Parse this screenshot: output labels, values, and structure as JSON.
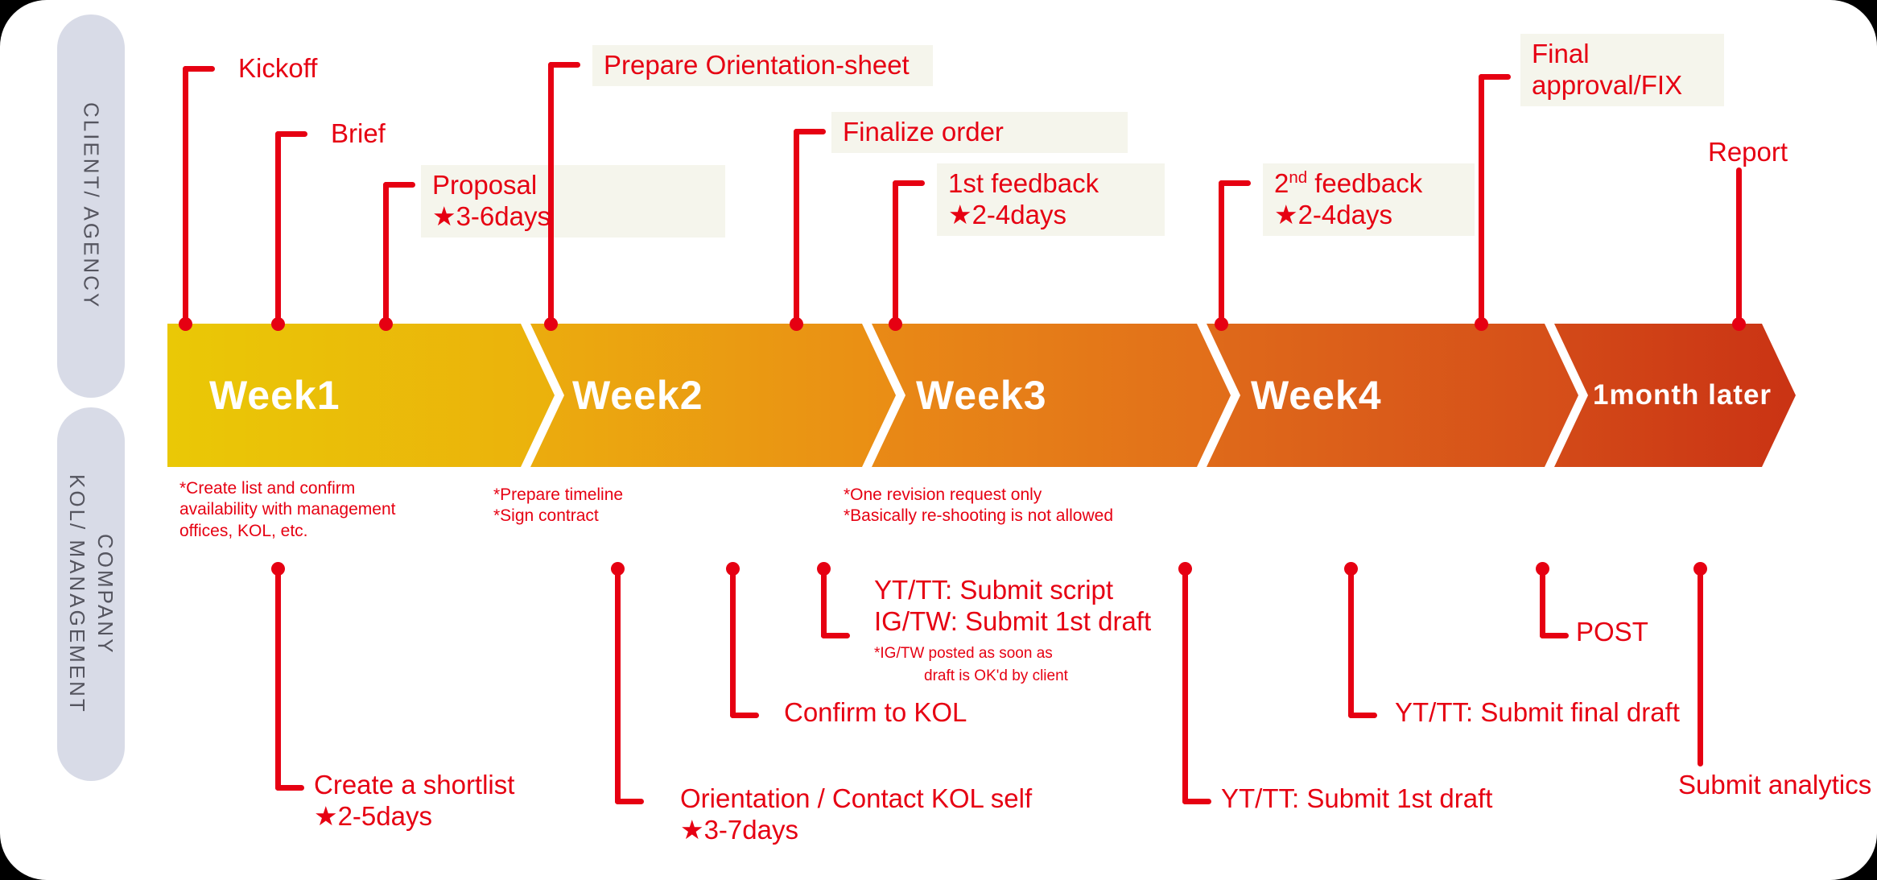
{
  "colors": {
    "red": "#e60012",
    "pill_bg": "#d8dbe7",
    "pill_text": "#55555f",
    "highlight": "#f5f5ec",
    "card_bg": "#ffffff",
    "page_bg": "#000000"
  },
  "lanes": {
    "client": {
      "lines": [
        "CLIENT/ AGENCY"
      ]
    },
    "kol": {
      "lines": [
        "KOL/ MANAGEMENT",
        "COMPANY"
      ]
    }
  },
  "timeline": {
    "segments": [
      {
        "label": "Week1",
        "from": "#eac806",
        "to": "#ebb10c"
      },
      {
        "label": "Week2",
        "from": "#ebac0e",
        "to": "#ea8d15"
      },
      {
        "label": "Week3",
        "from": "#e98a16",
        "to": "#e16d1a"
      },
      {
        "label": "Week4",
        "from": "#df6a1a",
        "to": "#d54d19"
      },
      {
        "label": "1month later",
        "from": "#d34a18",
        "to": "#ca3314"
      }
    ]
  },
  "top_markers": [
    {
      "id": "kickoff",
      "lines": [
        "Kickoff"
      ]
    },
    {
      "id": "brief",
      "lines": [
        "Brief"
      ]
    },
    {
      "id": "proposal",
      "lines": [
        "Proposal",
        "★3-6days"
      ]
    },
    {
      "id": "orientation-sheet",
      "lines": [
        "Prepare Orientation-sheet"
      ]
    },
    {
      "id": "finalize-order",
      "lines": [
        "Finalize order"
      ]
    },
    {
      "id": "first-feedback",
      "lines": [
        "1st feedback",
        "★2-4days"
      ]
    },
    {
      "id": "second-feedback",
      "line1_pre": "2",
      "line1_sup": "nd",
      "line1_post": " feedback",
      "lines": [
        "2nd feedback",
        "★2-4days"
      ]
    },
    {
      "id": "final-approval",
      "lines": [
        "Final",
        "approval/FIX"
      ]
    },
    {
      "id": "report",
      "lines": [
        "Report"
      ]
    }
  ],
  "notes": [
    {
      "lines": [
        "*Create list and confirm",
        "availability with management",
        "offices, KOL, etc."
      ]
    },
    {
      "lines": [
        "*Prepare timeline",
        "*Sign contract"
      ]
    },
    {
      "lines": [
        "*One revision request only",
        "*Basically re-shooting is not allowed"
      ]
    }
  ],
  "bottom_markers": [
    {
      "id": "create-shortlist",
      "lines": [
        "Create a shortlist",
        "★2-5days"
      ]
    },
    {
      "id": "orientation-contact",
      "lines": [
        "Orientation / Contact KOL self",
        "★3-7days"
      ]
    },
    {
      "id": "confirm-kol",
      "lines": [
        "Confirm to KOL"
      ]
    },
    {
      "id": "submit-script",
      "lines": [
        "YT/TT: Submit script",
        "IG/TW: Submit 1st draft"
      ],
      "footnote": [
        "*IG/TW posted as soon as",
        "draft is OK'd by client"
      ]
    },
    {
      "id": "submit-first-draft",
      "lines": [
        "YT/TT: Submit 1st draft"
      ]
    },
    {
      "id": "submit-final-draft",
      "lines": [
        "YT/TT: Submit final draft"
      ]
    },
    {
      "id": "post",
      "lines": [
        "POST"
      ]
    },
    {
      "id": "submit-analytics",
      "lines": [
        "Submit analytics"
      ]
    }
  ]
}
